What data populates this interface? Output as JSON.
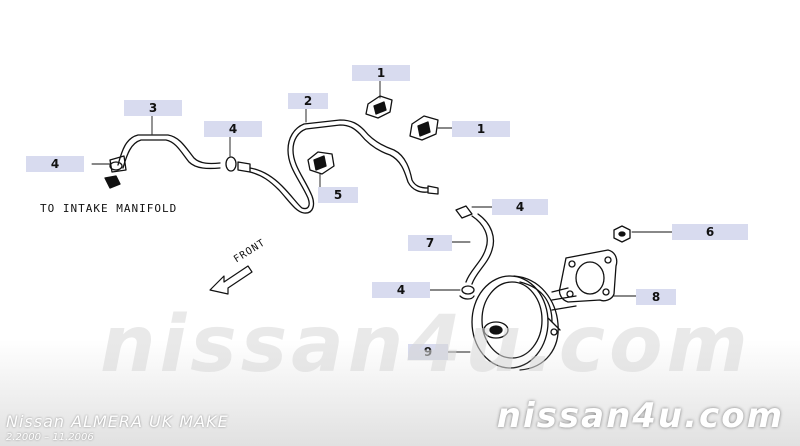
{
  "callouts": [
    {
      "id": "1a",
      "text": "1"
    },
    {
      "id": "1b",
      "text": "1"
    },
    {
      "id": "2",
      "text": "2"
    },
    {
      "id": "3",
      "text": "3"
    },
    {
      "id": "4a",
      "text": "4"
    },
    {
      "id": "4b",
      "text": "4"
    },
    {
      "id": "4c",
      "text": "4"
    },
    {
      "id": "4d",
      "text": "4"
    },
    {
      "id": "5",
      "text": "5"
    },
    {
      "id": "6",
      "text": "6"
    },
    {
      "id": "7",
      "text": "7"
    },
    {
      "id": "8",
      "text": "8"
    },
    {
      "id": "9",
      "text": "9"
    }
  ],
  "notes": {
    "intake": "TO INTAKE MANIFOLD",
    "front": "FRONT"
  },
  "watermark": {
    "big": "nissan4u.com",
    "small": "nissan4u.com"
  },
  "footer": {
    "model": "Nissan ALMERA UK MAKE",
    "dates": "2.2000 – 11.2006"
  },
  "colors": {
    "callout_bg": "#d8dbef",
    "line": "#111111"
  }
}
